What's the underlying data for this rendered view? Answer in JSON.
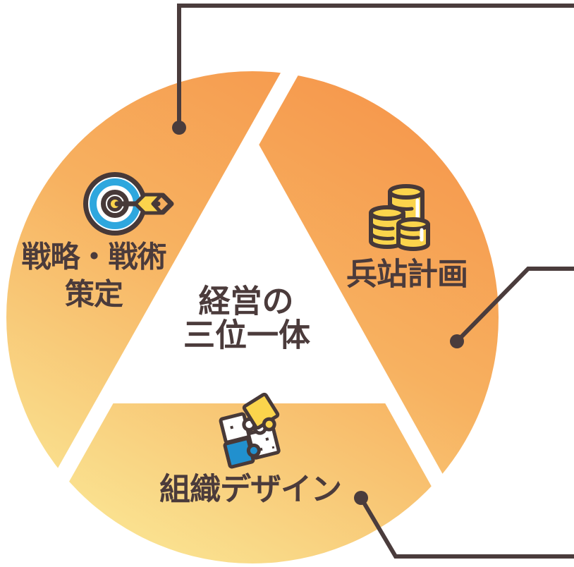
{
  "diagram": {
    "title_semantic": "management-trinity-cycle",
    "center_title": {
      "line1": "経営の",
      "line2": "三位一体"
    },
    "segments": [
      {
        "id": "strategy",
        "icon": "target-dart-icon",
        "label_line1": "戦略・戦術",
        "label_line2": "策定"
      },
      {
        "id": "logistics",
        "icon": "coin-stacks-icon",
        "label": "兵站計画"
      },
      {
        "id": "organization",
        "icon": "puzzle-pieces-icon",
        "label": "組織デザイン"
      }
    ],
    "colors": {
      "gradient_top_right": "#F6964B",
      "gradient_mid": "#F7B160",
      "gradient_bottom_left": "#FAE795",
      "label_text": "#4B3B3B",
      "callout_line": "#4A3C3C",
      "target_blue": "#2EA7DE",
      "puzzle_blue": "#2190CE",
      "icon_yellow": "#FBD44C",
      "icon_outline": "#473938",
      "background": "#FFFFFF"
    }
  }
}
